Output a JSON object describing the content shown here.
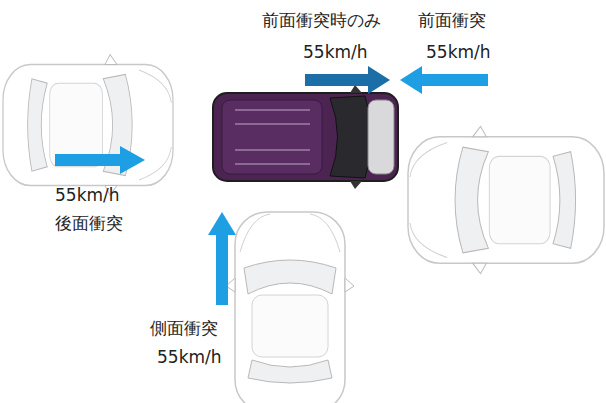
{
  "diagram": {
    "labels": [
      "前面衝突時のみ",
      "55km/h",
      "前面衝突",
      "55km/h",
      "55km/h",
      "後面衝突",
      "側面衝突",
      "55km/h"
    ]
  }
}
